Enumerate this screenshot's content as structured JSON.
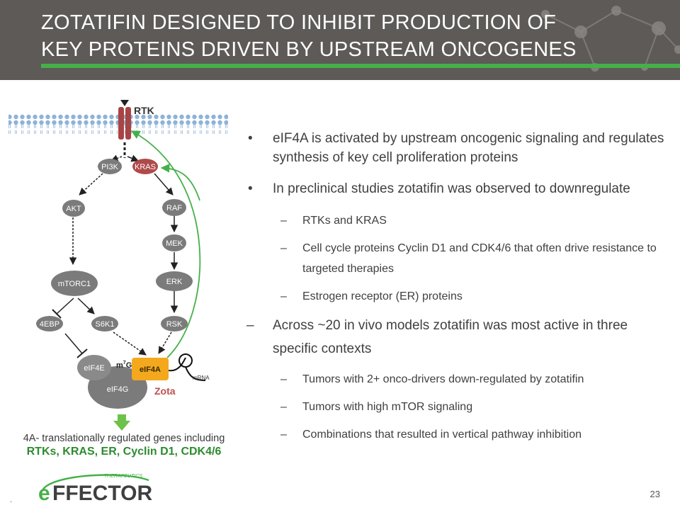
{
  "title": {
    "line1": "ZOTATIFIN DESIGNED TO INHIBIT PRODUCTION OF",
    "line2": "KEY PROTEINS DRIVEN BY UPSTREAM ONCOGENES"
  },
  "diagram": {
    "rtk": "RTK",
    "pi3k": "PI3K",
    "kras": "KRAS",
    "akt": "AKT",
    "raf": "RAF",
    "mek": "MEK",
    "mtorc1": "mTORC1",
    "erk": "ERK",
    "ebp": "4EBP",
    "s6k1": "S6K1",
    "rsk": "RSK",
    "eif4e": "eIF4E",
    "m7g": "m",
    "m7g_sup": "7",
    "m7g_end": "G",
    "eif4a": "eIF4A",
    "eif4g": "eIF4G",
    "zota": "Zota",
    "mrna": "mRNA"
  },
  "caption": {
    "line1": "4A- translationally regulated genes including",
    "line2": "RTKs, KRAS, ER, Cyclin D1, CDK4/6"
  },
  "bullets": {
    "b1": "eIF4A is activated by upstream oncogenic signaling and regulates synthesis of key cell proliferation proteins",
    "b2": "In preclinical studies zotatifin was observed to downregulate",
    "b2_subs": [
      "RTKs and KRAS",
      "Cell cycle proteins Cyclin D1 and CDK4/6 that often drive resistance to targeted therapies",
      "Estrogen receptor (ER) proteins"
    ],
    "b3": "Across ~20 in vivo models zotatifin was most active in three specific contexts",
    "b3_subs": [
      "Tumors with 2+ onco-drivers down-regulated by zotatifin",
      "Tumors with high mTOR signaling",
      "Combinations that resulted in vertical pathway inhibition"
    ],
    "bullet_mark": "•",
    "dash_mark": "–"
  },
  "logo": {
    "sub": "THERAPEUTICS",
    "e": "e",
    "name": "FFECTOR"
  },
  "footer": {
    "page_number": "23",
    "corner_mark": "-"
  },
  "colors": {
    "header_bg": "#5d5a58",
    "accent_green": "#45b049",
    "node_gray": "#7b7b7b",
    "kras_red": "#b04a4a",
    "eif4a_orange": "#f4a81e",
    "zota_red": "#c0504d"
  }
}
